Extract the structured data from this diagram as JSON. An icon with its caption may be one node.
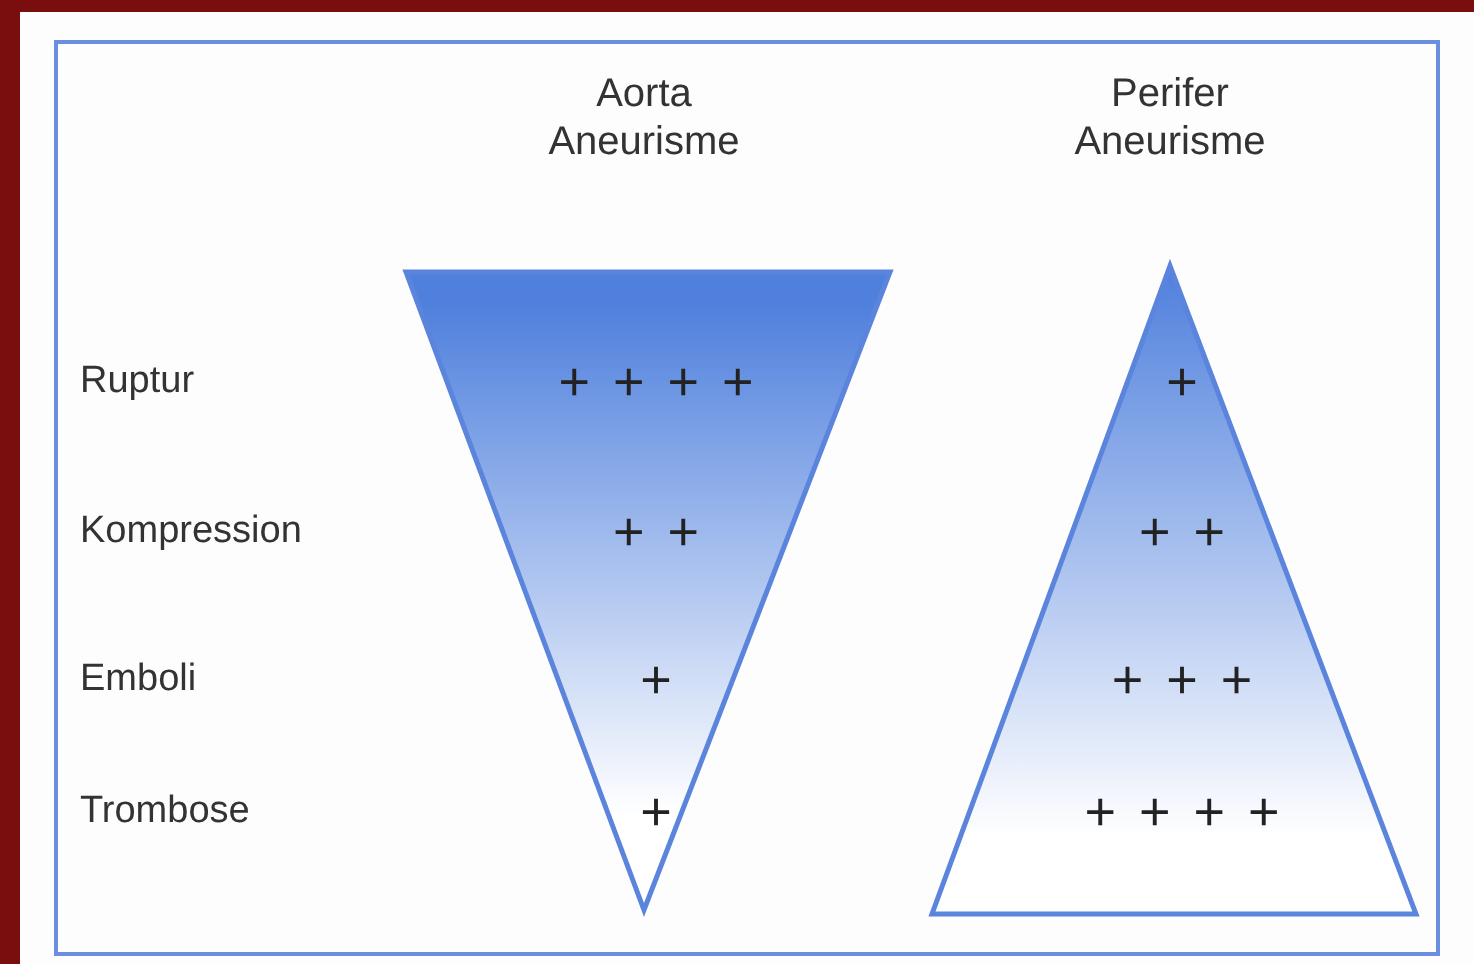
{
  "diagram": {
    "nodes": [
      {
        "text": [
          "Aorta Aneurisme",
          "+ + + +",
          "+ +",
          "+",
          "+"
        ]
      },
      {
        "text": [
          "Perifer Aneurisme",
          "+",
          "+ +",
          "+ + +",
          "+ + + +"
        ]
      }
    ],
    "labels": [
      "Ruptur",
      "Kompression",
      "Emboli",
      "Trombose"
    ]
  }
}
